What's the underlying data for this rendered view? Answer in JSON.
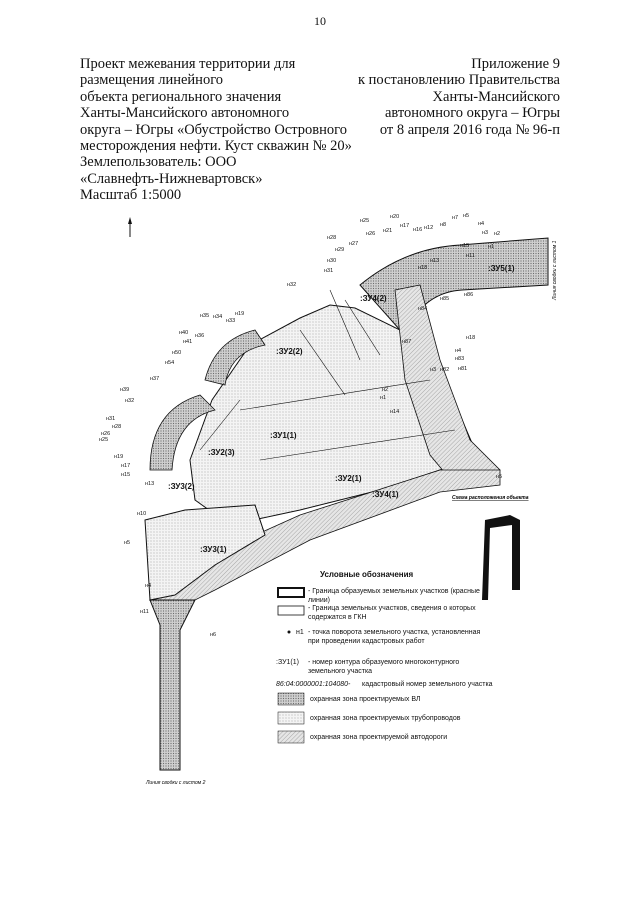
{
  "page_number": "10",
  "header_left": {
    "lines": [
      "Проект межевания территории для",
      "размещения линейного",
      "объекта регионального значения",
      "Ханты-Мансийского автономного",
      "округа – Югры «Обустройство Островного",
      "месторождения нефти. Куст скважин № 20»",
      "Землепользователь: ООО",
      "«Славнефть-Нижневартовск»",
      "Масштаб 1:5000"
    ]
  },
  "header_right": {
    "lines": [
      "Приложение 9",
      "к постановлению Правительства",
      "Ханты-Мансийского",
      "автономного округа – Югры",
      "от 8 апреля 2016 года № 96-п"
    ]
  },
  "map": {
    "zone_labels": [
      ":ЗУ5(1)",
      ":ЗУ4(2)",
      ":ЗУ2(2)",
      ":ЗУ1(1)",
      ":ЗУ2(1)",
      ":ЗУ2(3)",
      ":ЗУ3(2)",
      ":ЗУ4(1)",
      ":ЗУ3(1)"
    ],
    "points": [
      "н25",
      "н20",
      "н21",
      "н17",
      "н16",
      "н12",
      "н8",
      "н7",
      "н5",
      "н4",
      "н3",
      "н2",
      "н26",
      "н28",
      "н27",
      "н29",
      "н30",
      "н31",
      "н1",
      "н11",
      "н18",
      "н15",
      "н13",
      "н32",
      "н85",
      "н86",
      "н84",
      "н35",
      "н34",
      "н33",
      "н19",
      "н36",
      "н40",
      "н41",
      "н50",
      "н54",
      "н37",
      "н39",
      "н32",
      "н31",
      "н28",
      "н26",
      "н25",
      "н19",
      "н17",
      "н15",
      "н13",
      "н10",
      "н5",
      "н4",
      "н11",
      "н6",
      "н5",
      "н1",
      "н2",
      "н3",
      "н14",
      "н18",
      "н83",
      "н81",
      "н82",
      "н4",
      "н87"
    ],
    "corner_note_right": "Линия сводки с листом 1",
    "corner_note_bottom": "Линия сводки с листом 2",
    "scheme_link": "Схема расположения объекта"
  },
  "legend": {
    "title": "Условные обозначения",
    "items": [
      "- Граница образуемых земельных участков (красные линии)",
      "- Граница земельных участков, сведения о которых содержатся в ГКН",
      "- точка поворота земельного участка, установленная при проведении кадастровых работ",
      "- номер контура образуемого многоконтурного земельного участка",
      "кадастровый номер земельного участка",
      "охранная зона проектируемых ВЛ",
      "охранная зона проектируемых трубопроводов",
      "охранная зона проектируемой автодороги"
    ],
    "point_symbol_label": "н1",
    "contour_symbol_label": ":ЗУ1(1)",
    "cadastral_example": "86:04:0000001:104080-"
  }
}
